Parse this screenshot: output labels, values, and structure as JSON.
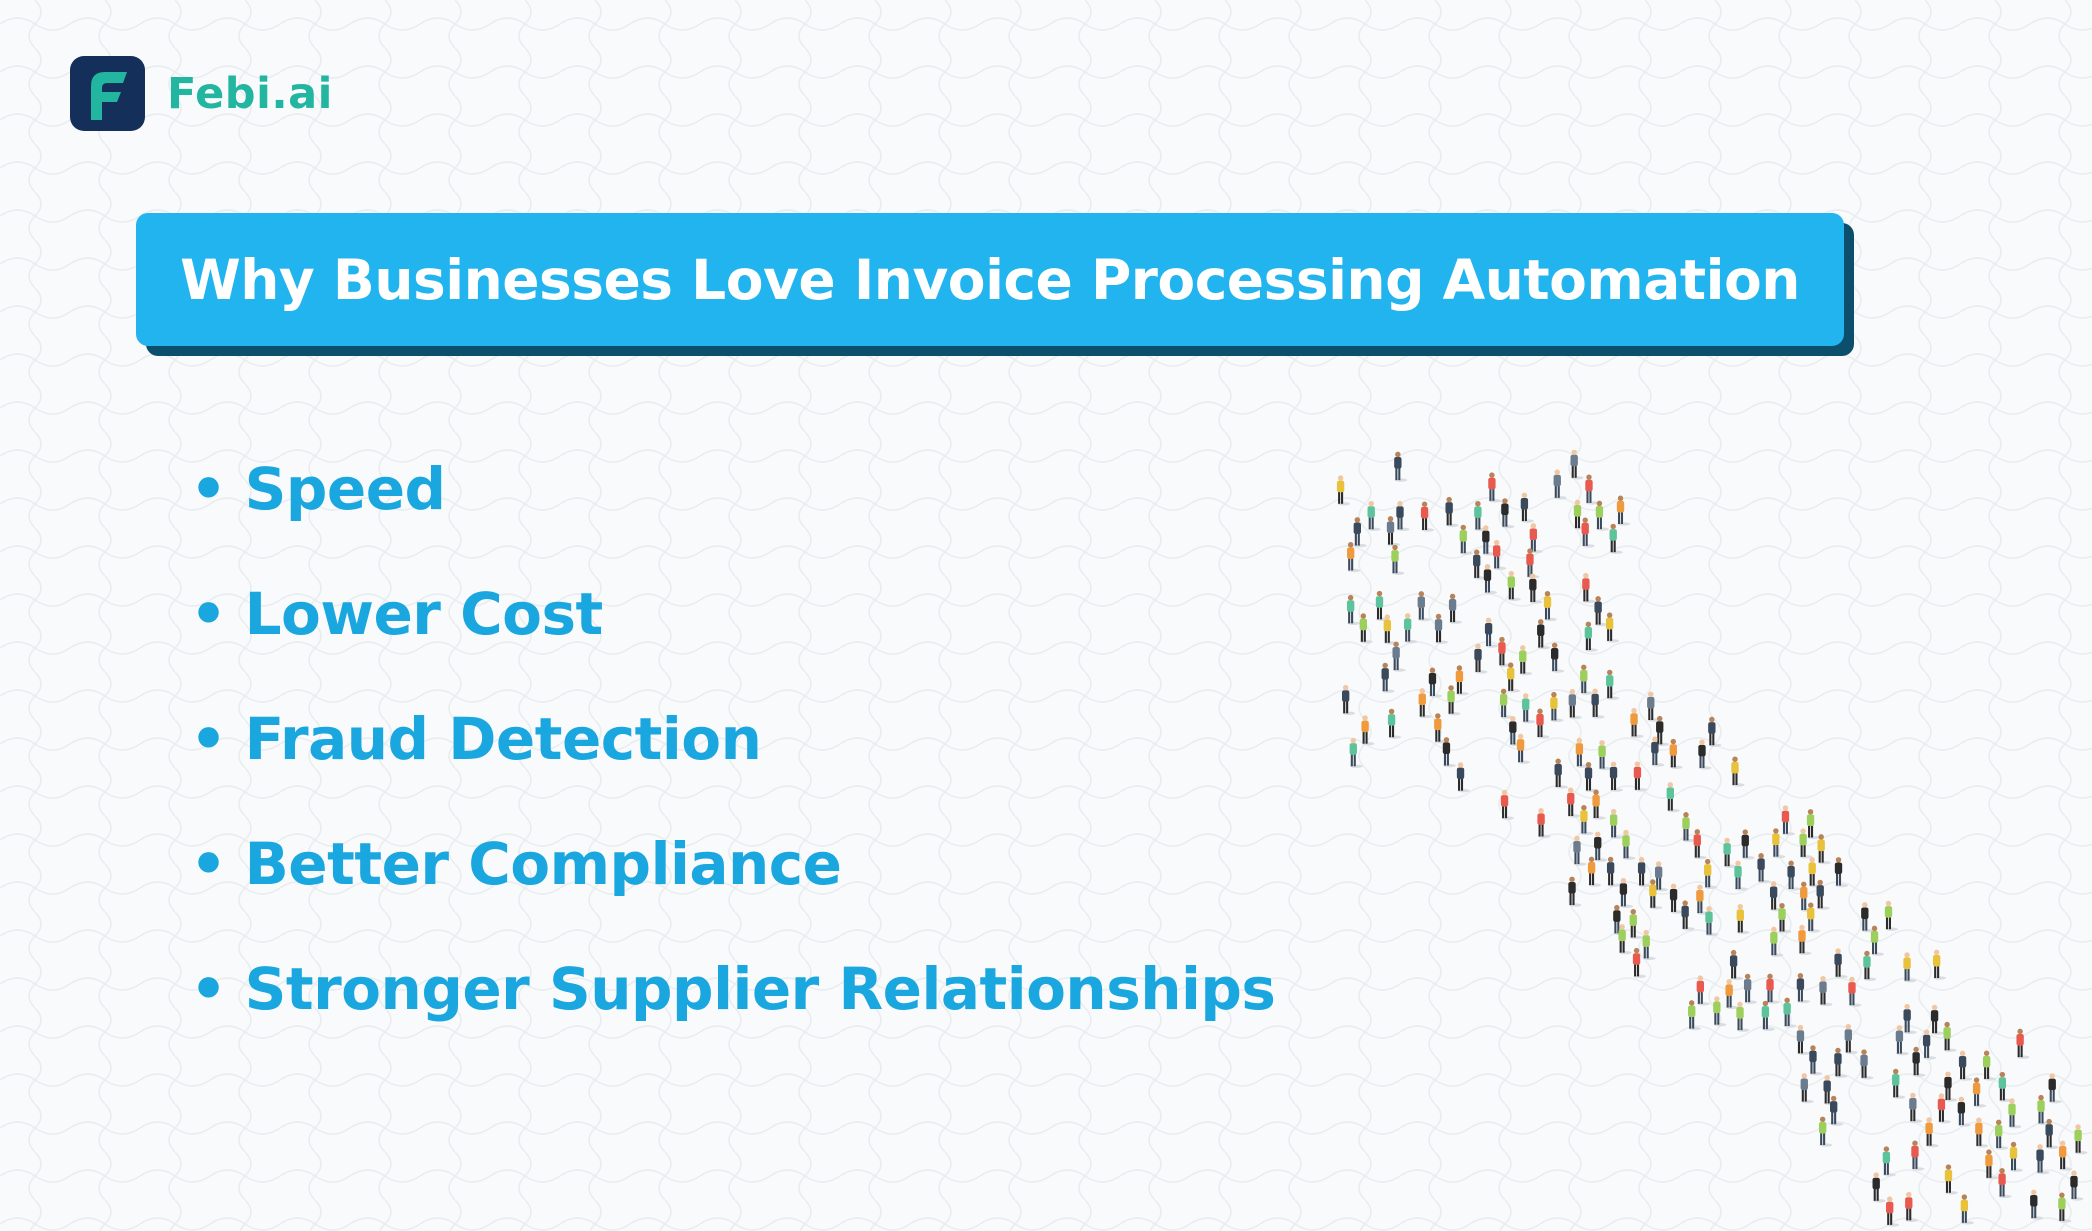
{
  "brand": {
    "name": "Febi.ai",
    "logo_letter": "F",
    "logo_bg_color": "#14305a",
    "logo_accent_color": "#22b5a0"
  },
  "banner": {
    "title": "Why Businesses Love Invoice Processing Automation",
    "bg_color": "#22b4ee",
    "shadow_color": "#0b4f6c"
  },
  "benefits": {
    "bullet": "•",
    "items": [
      "Speed",
      "Lower Cost",
      "Fraud Detection",
      "Better Compliance",
      "Stronger Supplier Relationships"
    ],
    "text_color": "#1aa6de"
  },
  "illustration": {
    "icon": "crowd-arrow-icon",
    "description_visible": false,
    "palette": [
      "#2b2b2b",
      "#3a4a5c",
      "#e8c23a",
      "#5cc39a",
      "#e85a4f",
      "#f09a3e",
      "#9ccf5c",
      "#6b7c8f"
    ]
  }
}
